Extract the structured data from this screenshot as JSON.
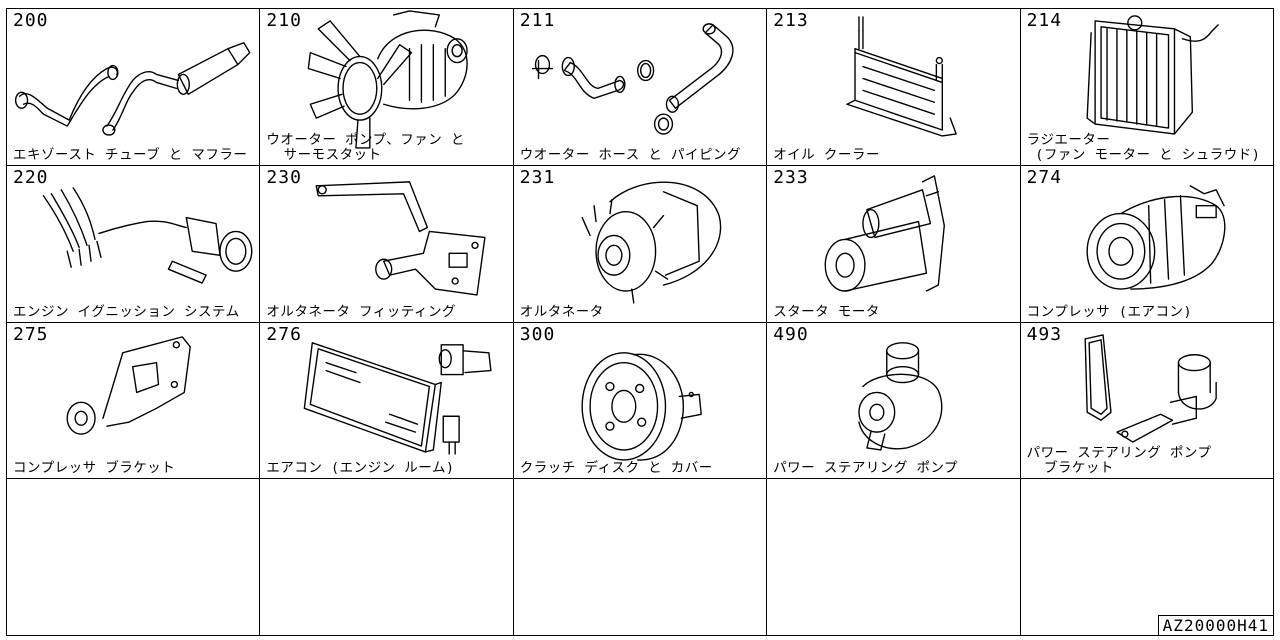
{
  "catalog": {
    "cells": [
      {
        "code": "200",
        "label": "エキゾースト チューブ と マフラー",
        "icon": "exhaust-muffler"
      },
      {
        "code": "210",
        "label": "ウオーター ポンプ、ファン と\n  サーモスタット",
        "icon": "water-pump-fan"
      },
      {
        "code": "211",
        "label": "ウオーター ホース と パイピング",
        "icon": "water-hose"
      },
      {
        "code": "213",
        "label": "オイル クーラー",
        "icon": "oil-cooler"
      },
      {
        "code": "214",
        "label": "ラジエーター\n (ファン モーター と シュラウド)",
        "icon": "radiator"
      },
      {
        "code": "220",
        "label": "エンジン イグニッション システム",
        "icon": "ignition-coil"
      },
      {
        "code": "230",
        "label": "オルタネータ フィッティング",
        "icon": "alternator-bracket"
      },
      {
        "code": "231",
        "label": "オルタネータ",
        "icon": "alternator"
      },
      {
        "code": "233",
        "label": "スタータ モータ",
        "icon": "starter-motor"
      },
      {
        "code": "274",
        "label": "コンプレッサ (エアコン)",
        "icon": "ac-compressor"
      },
      {
        "code": "275",
        "label": "コンプレッサ ブラケット",
        "icon": "compressor-bracket"
      },
      {
        "code": "276",
        "label": "エアコン (エンジン ルーム)",
        "icon": "condenser"
      },
      {
        "code": "300",
        "label": "クラッチ ディスク と カバー",
        "icon": "clutch-disc"
      },
      {
        "code": "490",
        "label": "パワー ステアリング ポンプ",
        "icon": "ps-pump"
      },
      {
        "code": "493",
        "label": "パワー ステアリング ポンプ\n  ブラケット",
        "icon": "ps-pump-bracket"
      },
      {
        "code": "",
        "label": "",
        "icon": ""
      },
      {
        "code": "",
        "label": "",
        "icon": ""
      },
      {
        "code": "",
        "label": "",
        "icon": ""
      },
      {
        "code": "",
        "label": "",
        "icon": ""
      },
      {
        "code": "",
        "label": "",
        "icon": ""
      }
    ],
    "doc_id": "AZ20000H41"
  }
}
